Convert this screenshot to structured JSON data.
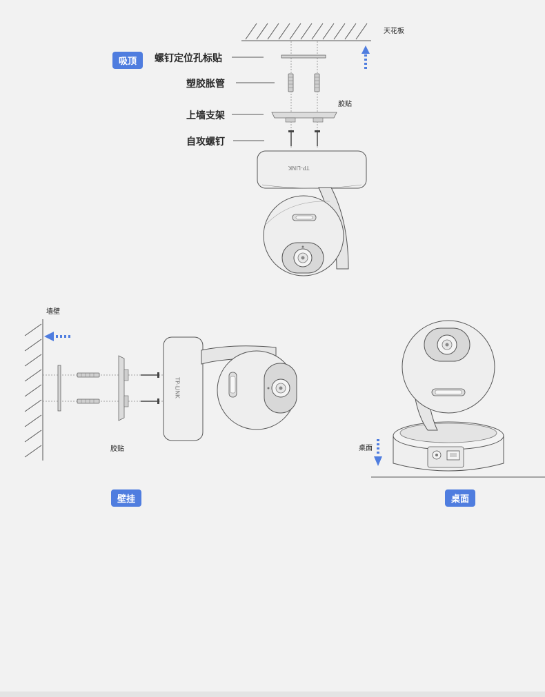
{
  "ceiling": {
    "badge": "吸顶",
    "ceiling_label": "天花板",
    "parts": [
      "螺钉定位孔标贴",
      "塑胶胀管",
      "上墙支架",
      "自攻螺钉"
    ],
    "adhesive_label": "胶贴",
    "brand": "TP-LINK"
  },
  "wall": {
    "badge": "壁挂",
    "wall_label": "墙壁",
    "adhesive_label": "胶贴",
    "brand": "TP-LINK"
  },
  "desk": {
    "badge": "桌面",
    "desk_label": "桌面"
  },
  "colors": {
    "badge_blue": "#4f7ddf",
    "arrow_blue": "#4f7ddf",
    "line_gray": "#555555",
    "background": "#f2f2f2"
  }
}
